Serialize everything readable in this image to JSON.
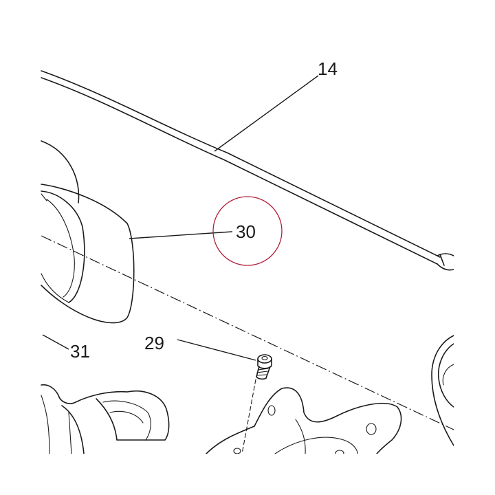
{
  "callouts": {
    "c14": "14",
    "c30": "30",
    "c29": "29",
    "c31": "31"
  },
  "highlight": {
    "target": "30",
    "color": "#b01e3c"
  }
}
